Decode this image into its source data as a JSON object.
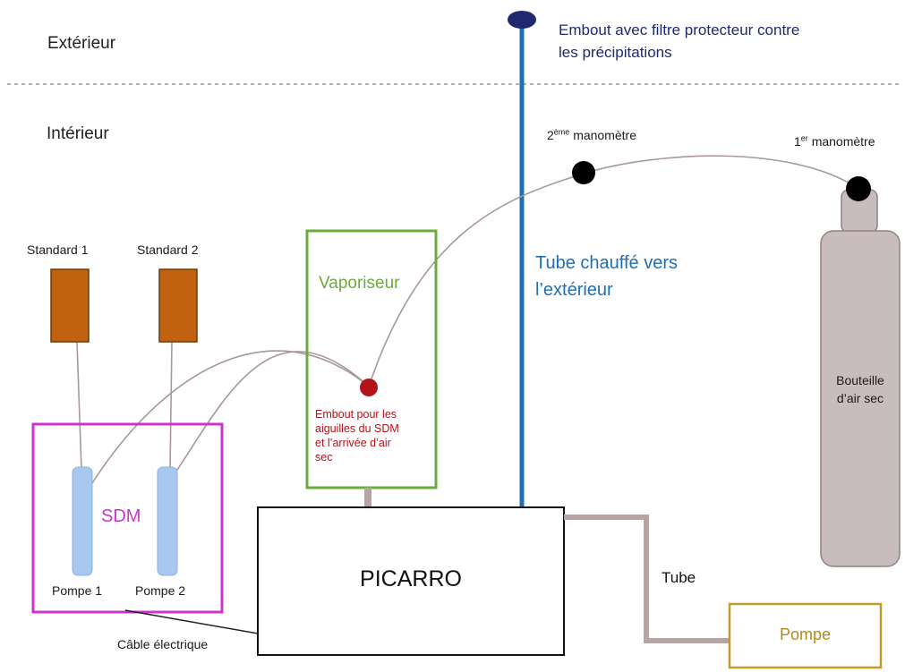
{
  "zones": {
    "exterior": "Extérieur",
    "interior": "Intérieur"
  },
  "embout_filtre": {
    "line1": "Embout avec filtre protecteur contre",
    "line2": "les précipitations"
  },
  "manometres": {
    "second_base": "2",
    "second_sup": "ème",
    "second_rest": " manomètre",
    "first_base": "1",
    "first_sup": "er",
    "first_rest": " manomètre"
  },
  "tube_chauffe": {
    "line1": "Tube chauffé vers",
    "line2": "l’extérieur"
  },
  "standards": [
    "Standard 1",
    "Standard 2"
  ],
  "vaporiseur": {
    "title": "Vaporiseur",
    "embout_lines": [
      "Embout pour les",
      "aiguilles du SDM",
      "et l’arrivée d’air",
      "sec"
    ]
  },
  "bouteille": {
    "line1": "Bouteille",
    "line2": "d’air sec"
  },
  "sdm": {
    "title": "SDM",
    "pompe1": "Pompe 1",
    "pompe2": "Pompe 2"
  },
  "picarro": "PICARRO",
  "tube": "Tube",
  "pompe": "Pompe",
  "cable": "Câble électrique",
  "colors": {
    "sdm_border": "#cc33cc",
    "vaporiseur_border": "#6aab3c",
    "vaporiseur_text": "#6aab3c",
    "embout_red": "#b3141a",
    "tube_blue": "#1f6fb5",
    "navy": "#1f2a6e",
    "standard_fill": "#c0620f",
    "sdm_pump_fill": "#a9c8ee",
    "bottle_fill": "#c9bcbc",
    "tubing": "#b5a5a5",
    "pompe_border": "#c29b2a",
    "pompe_text": "#b08a1a"
  }
}
